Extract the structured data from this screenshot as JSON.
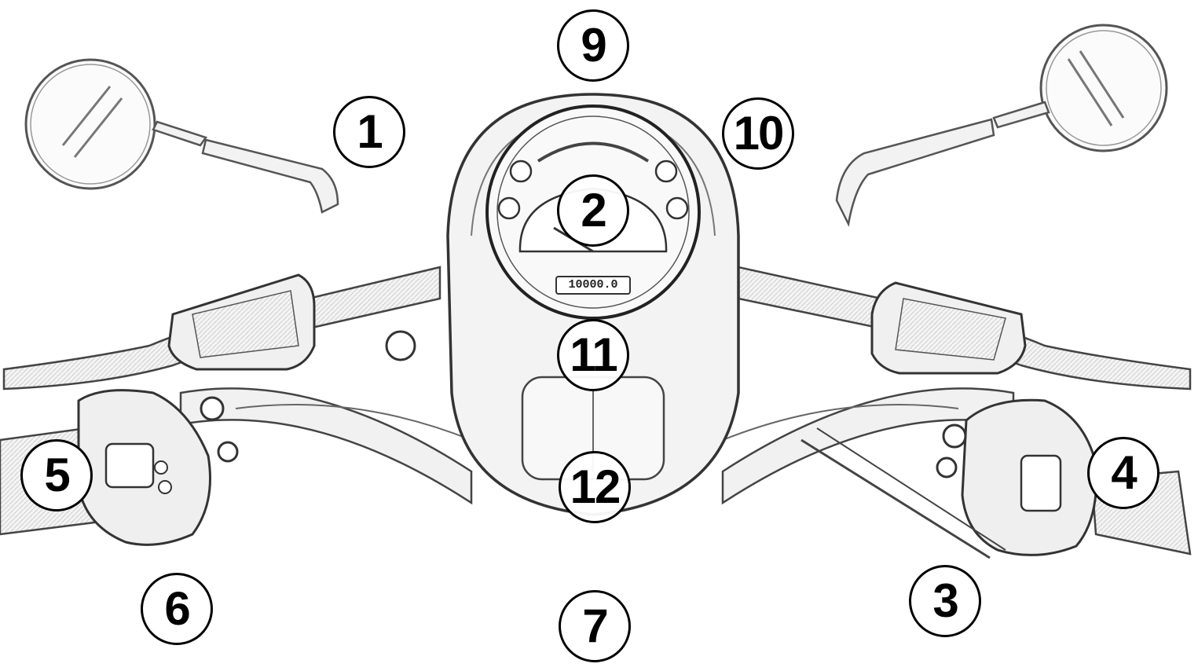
{
  "diagram": {
    "callouts": [
      {
        "id": "1",
        "label": "1"
      },
      {
        "id": "2",
        "label": "2"
      },
      {
        "id": "3",
        "label": "3"
      },
      {
        "id": "4",
        "label": "4"
      },
      {
        "id": "5",
        "label": "5"
      },
      {
        "id": "6",
        "label": "6"
      },
      {
        "id": "7",
        "label": "7"
      },
      {
        "id": "9",
        "label": "9"
      },
      {
        "id": "10",
        "label": "10"
      },
      {
        "id": "11",
        "label": "11"
      },
      {
        "id": "12",
        "label": "12"
      }
    ],
    "odometer_text": "10000.0"
  },
  "colors": {
    "line": "#222222",
    "fill": "#eeeeee",
    "background": "#ffffff"
  }
}
